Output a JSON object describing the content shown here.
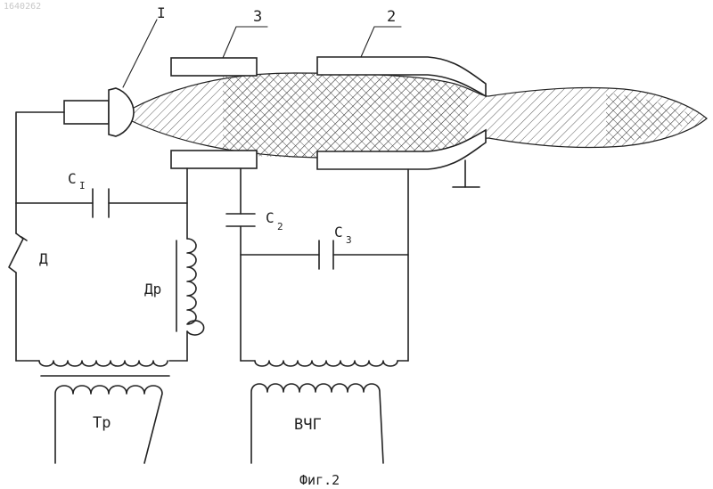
{
  "header": {
    "doc_id": "1640262"
  },
  "labels": {
    "torch": "I",
    "electrode_3": "3",
    "electrode_2": "2",
    "c1": "C",
    "c1_sub": "I",
    "c2": "C",
    "c2_sub": "2",
    "c3": "C",
    "c3_sub": "3",
    "diode": "Д",
    "choke": "Др",
    "transformer": "Тр",
    "generator": "ВЧГ"
  },
  "caption": "Фиг.2"
}
